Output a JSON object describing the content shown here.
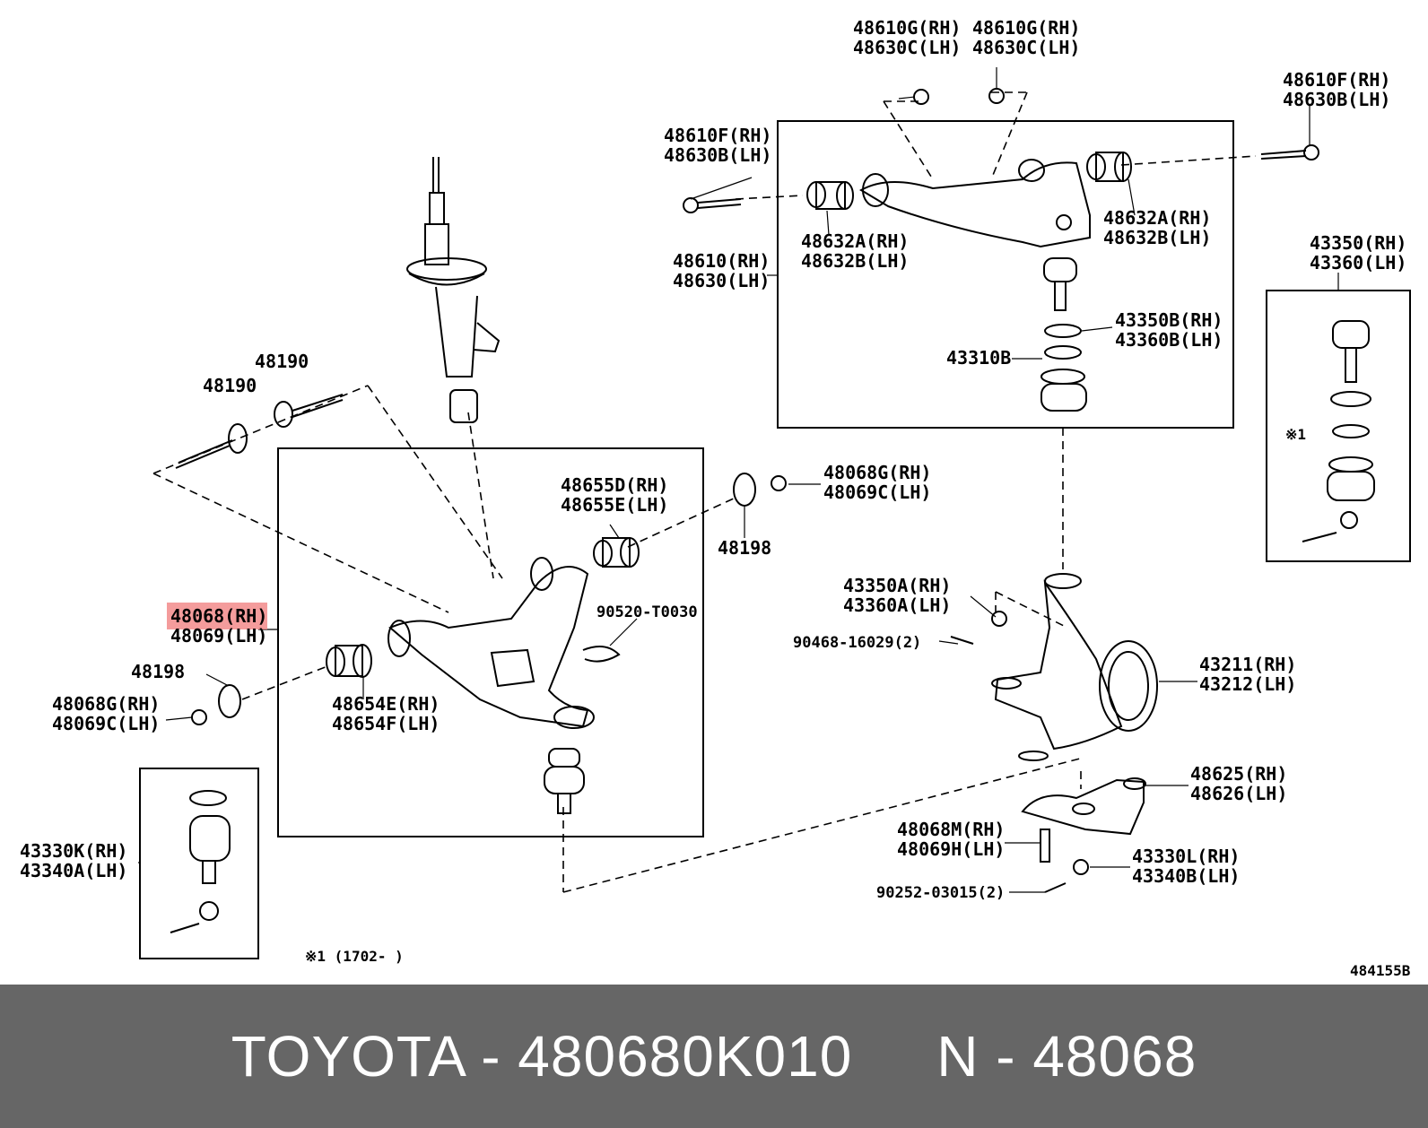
{
  "labels": {
    "upper_nut_left": [
      "48610G(RH)",
      "48630C(LH)"
    ],
    "upper_nut_right": [
      "48610G(RH)",
      "48630C(LH)"
    ],
    "upper_bolt_right": [
      "48610F(RH)",
      "48630B(LH)"
    ],
    "upper_bolt_left": [
      "48610F(RH)",
      "48630B(LH)"
    ],
    "upper_bush_right": [
      "48632A(RH)",
      "48632B(LH)"
    ],
    "upper_bush_left": [
      "48632A(RH)",
      "48632B(LH)"
    ],
    "upper_arm": [
      "48610(RH)",
      "48630(LH)"
    ],
    "upper_snap_ring": [
      "43350B(RH)",
      "43360B(LH)"
    ],
    "upper_ring": "43310B",
    "ball_joint_kit": [
      "43350(RH)",
      "43360(LH)"
    ],
    "kit_note": "※1",
    "cam_bolt_1": "48190",
    "cam_bolt_2": "48190",
    "lower_bush_rear": [
      "48655D(RH)",
      "48655E(LH)"
    ],
    "lower_nut_right": [
      "48068G(RH)",
      "48069C(LH)"
    ],
    "cam_plate_right": "48198",
    "lower_arm": [
      "48068(RH)",
      "48069(LH)"
    ],
    "snap_ring": "90520-T0030",
    "cam_plate_left": "48198",
    "lower_nut_left": [
      "48068G(RH)",
      "48069C(LH)"
    ],
    "lower_bush_front": [
      "48654E(RH)",
      "48654F(LH)"
    ],
    "lower_ball_joint_set": [
      "43330K(RH)",
      "43340A(LH)"
    ],
    "knuckle_nut": [
      "43350A(RH)",
      "43360A(LH)"
    ],
    "knuckle_pin": "90468-16029(2)",
    "knuckle": [
      "43211(RH)",
      "43212(LH)"
    ],
    "knuckle_arm": [
      "48625(RH)",
      "48626(LH)"
    ],
    "arm_bolt": [
      "48068M(RH)",
      "48069H(LH)"
    ],
    "arm_nut": [
      "43330L(RH)",
      "43340B(LH)"
    ],
    "cotter_pin": "90252-03015(2)",
    "footnote": "※1 (1702-      )",
    "figure_code": "484155B"
  },
  "highlight": {
    "color": "#f28b8b"
  },
  "footer": {
    "brand": "TOYOTA",
    "part_number": "480680K010",
    "ref_prefix": "N",
    "ref_number": "48068",
    "text": "TOYOTA - 480680K010     N - 48068"
  }
}
